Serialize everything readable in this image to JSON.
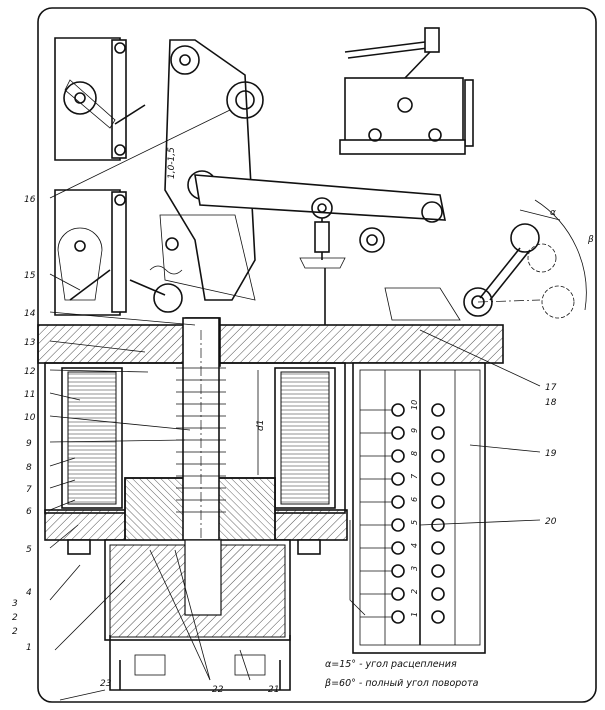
{
  "labels": {
    "n1": "1",
    "n2": "2",
    "n3": "3",
    "n4": "4",
    "n5": "5",
    "n6": "6",
    "n7": "7",
    "n8": "8",
    "n9": "9",
    "n10": "10",
    "n11": "11",
    "n12": "12",
    "n13": "13",
    "n14": "14",
    "n15": "15",
    "n16": "16",
    "n17": "17",
    "n18": "18",
    "n19": "19",
    "n20": "20",
    "n21": "21",
    "n22": "22",
    "n23": "23",
    "dim_gap": "1,0-1,5",
    "dim_d": "d1",
    "dim_a": "α",
    "dim_b": "β"
  },
  "notes": {
    "alpha_note": "α=15° - угол расцепления",
    "beta_note": "β=60° - полный угол поворота"
  },
  "terminal_block": {
    "left_numbers": [
      "10",
      "9",
      "8",
      "7",
      "6",
      "5",
      "4",
      "3",
      "2",
      "1"
    ]
  }
}
